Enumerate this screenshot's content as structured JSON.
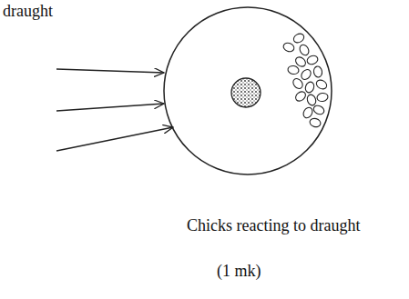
{
  "diagram": {
    "caption": "Chicks reacting to draught",
    "labels": [
      "draught",
      "(1 mk)"
    ]
  }
}
